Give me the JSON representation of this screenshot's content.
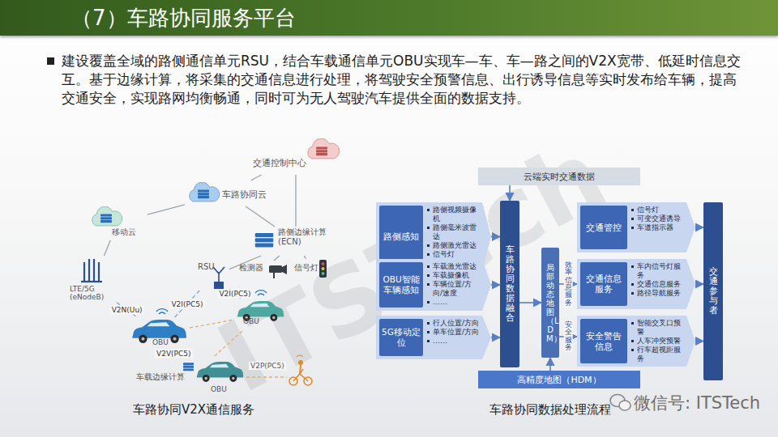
{
  "diagram": {
    "title": "（7）车路协同服务平台",
    "nodes": [
      {
        "text": [
          "交通控制中心"
        ]
      },
      {
        "text": [
          "车路协同云"
        ]
      },
      {
        "text": [
          "移动云"
        ]
      },
      {
        "text": [
          "路侧边缘计算 (ECN)"
        ]
      },
      {
        "text": [
          "LTE/5G (eNodeB)"
        ]
      },
      {
        "text": [
          "RSU"
        ]
      },
      {
        "text": [
          "检测器"
        ]
      },
      {
        "text": [
          "信号灯"
        ]
      },
      {
        "text": [
          "OBU"
        ]
      },
      {
        "text": [
          "OBU"
        ]
      },
      {
        "text": [
          "车载边缘计算",
          "OBU"
        ]
      },
      {
        "text": [
          "云端实时交通数据"
        ]
      },
      {
        "text": [
          "路侧感知",
          "路侧视频摄像机",
          "路侧毫米波雷达",
          "路侧激光雷达",
          "信号灯",
          "……"
        ]
      },
      {
        "text": [
          "OBU智能车辆感知",
          "车载激光雷达",
          "车载摄像机",
          "车辆位置/方向/速度",
          "……"
        ]
      },
      {
        "text": [
          "5G移动定位",
          "行人位置/方向",
          "单车位置/方向",
          "……"
        ]
      },
      {
        "text": [
          "车路协同数据融合"
        ]
      },
      {
        "text": [
          "局部动态地图（LDM）"
        ]
      },
      {
        "text": [
          "高精度地图（HDM）"
        ]
      },
      {
        "text": [
          "交通管控",
          "信号灯",
          "可变交通诱导",
          "车道指示器"
        ]
      },
      {
        "text": [
          "交通信息服务",
          "车内信号灯服务",
          "交通信息服务",
          "路径导航服务"
        ]
      },
      {
        "text": [
          "安全警告信息",
          "智能交叉口预警",
          "人车冲突预警",
          "行车超视距服务"
        ]
      },
      {
        "text": [
          "交通参与者"
        ]
      }
    ],
    "edges": [
      {
        "from": 0,
        "to": 1,
        "arrow": "none"
      },
      {
        "from": 0,
        "to": 3,
        "arrow": "none"
      },
      {
        "from": 1,
        "to": 2,
        "arrow": "none"
      },
      {
        "from": 1,
        "to": 3,
        "arrow": "none"
      },
      {
        "from": 3,
        "to": 5,
        "arrow": "none"
      },
      {
        "from": 3,
        "to": 6,
        "arrow": "none"
      },
      {
        "from": 3,
        "to": 7,
        "arrow": "none"
      },
      {
        "from": 2,
        "to": 4,
        "arrow": "none"
      },
      {
        "from": 4,
        "to": 8,
        "arrow": "none",
        "label": "V2N(Uu)"
      },
      {
        "from": 5,
        "to": 8,
        "arrow": "none",
        "label": "V2I(PC5)"
      },
      {
        "from": 5,
        "to": 9,
        "arrow": "none",
        "label": "V2I(PC5)"
      },
      {
        "from": 8,
        "to": 9,
        "arrow": "none"
      },
      {
        "from": 8,
        "to": 10,
        "arrow": "none",
        "label": "V2V(PC5)"
      },
      {
        "from": 9,
        "to": 10,
        "arrow": "none"
      },
      {
        "from": 11,
        "to": 15,
        "arrow": "to"
      },
      {
        "from": 12,
        "to": 15,
        "arrow": "to"
      },
      {
        "from": 13,
        "to": 15,
        "arrow": "to"
      },
      {
        "from": 14,
        "to": 15,
        "arrow": "to"
      },
      {
        "from": 15,
        "to": 16,
        "arrow": "to"
      },
      {
        "from": 17,
        "to": 16,
        "arrow": "to"
      },
      {
        "from": 16,
        "to": 19,
        "arrow": "to",
        "label": "效率信息服务"
      },
      {
        "from": 16,
        "to": 20,
        "arrow": "to",
        "label": "安全服务"
      },
      {
        "from": 18,
        "to": 21,
        "arrow": "to"
      },
      {
        "from": 19,
        "to": 21,
        "arrow": "to"
      },
      {
        "from": 20,
        "to": 21,
        "arrow": "to"
      }
    ],
    "labels": [
      "建设覆盖全域的路侧通信单元RSU，结合车载通信单元OBU实现车—车、车—路之间的V2X宽带、低延时信息交互。基于边缘计算，将采集的交通信息进行处理，将驾驶安全预警信息、出行诱导信息等实时发布给车辆，提高交通安全，实现路网均衡畅通，同时可为无人驾驶汽车提供全面的数据支持。",
      "V2P(PC5)",
      "车路协同V2X通信服务",
      "车路协同数据处理流程",
      "ITSTech",
      "微信号: ITSTech"
    ]
  }
}
